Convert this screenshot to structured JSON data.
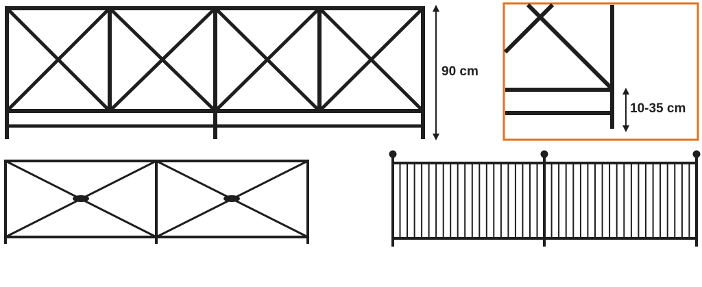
{
  "dimensions": {
    "height_label": "90 cm",
    "gap_label": "10-35 cm"
  },
  "colors": {
    "line": "#1e1e1e",
    "highlight_frame": "#e4731f",
    "background": "#ffffff"
  },
  "icons": {
    "dimension_arrow": "double-headed-vertical-arrow"
  }
}
